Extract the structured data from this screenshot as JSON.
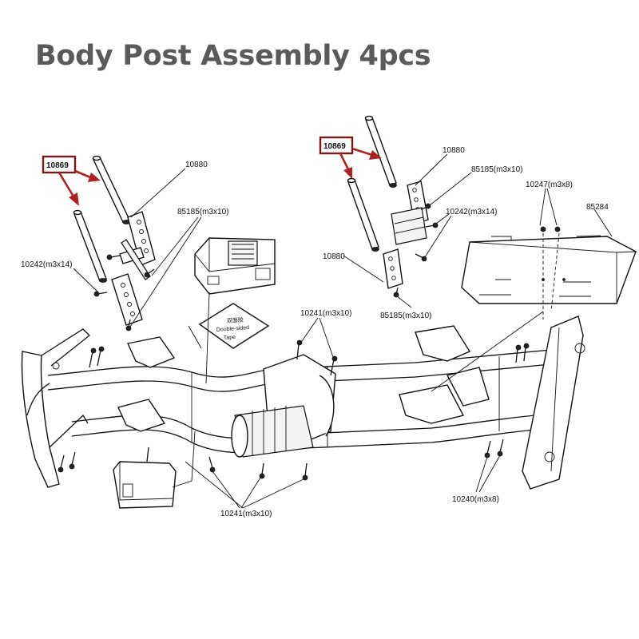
{
  "title": "Body Post Assembly 4pcs",
  "highlight_color": "#8b1a1a",
  "arrow_color": "#b02020",
  "callouts": {
    "post_left": "10869",
    "post_right": "10869",
    "p10880_a": "10880",
    "p10880_b": "10880",
    "p10880_c": "10880",
    "s85185_a": "85185(m3x10)",
    "s85185_b": "85185(m3x10)",
    "s85185_c": "85185(m3x10)",
    "s10242_a": "10242(m3x14)",
    "s10242_b": "10242(m3x14)",
    "s10247": "10247(m3x8)",
    "p85284": "85284",
    "s10241_top": "10241(m3x10)",
    "s10241_bottom": "10241(m3x10)",
    "s10240": "10240(m3x8)"
  },
  "tape_label": [
    "双面胶",
    "Double-sided",
    "Tape"
  ]
}
